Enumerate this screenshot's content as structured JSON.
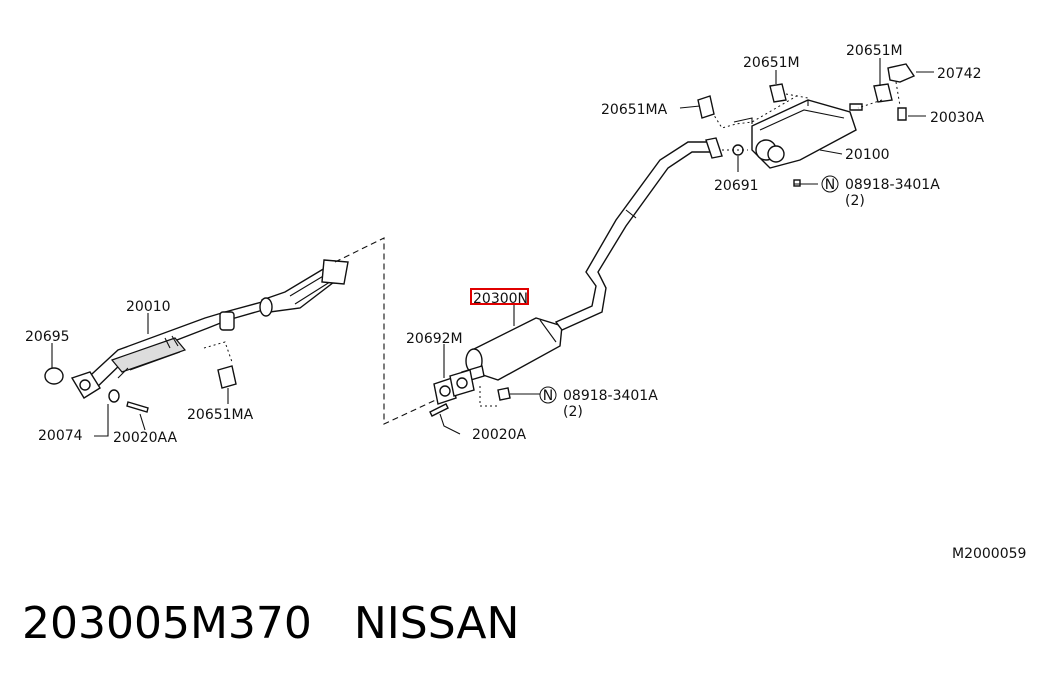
{
  "diagram_code": "M2000059",
  "caption": "203005M370   NISSAN",
  "highlight_color": "#e00000",
  "labels": {
    "p20651M_left": "20651M",
    "p20651M_right": "20651M",
    "p20742": "20742",
    "p20651MA_top": "20651MA",
    "p20030A": "20030A",
    "p20100": "20100",
    "p20691": "20691",
    "nut_top_part": "08918-3401A",
    "nut_top_qty": "(2)",
    "nut_symbol": "N",
    "p20010": "20010",
    "p20695": "20695",
    "p20300N": "20300N",
    "p20692M": "20692M",
    "nut_mid_part": "08918-3401A",
    "nut_mid_qty": "(2)",
    "p20651MA_bottom": "20651MA",
    "p20074": "20074",
    "p20020AA": "20020AA",
    "p20020A": "20020A"
  }
}
